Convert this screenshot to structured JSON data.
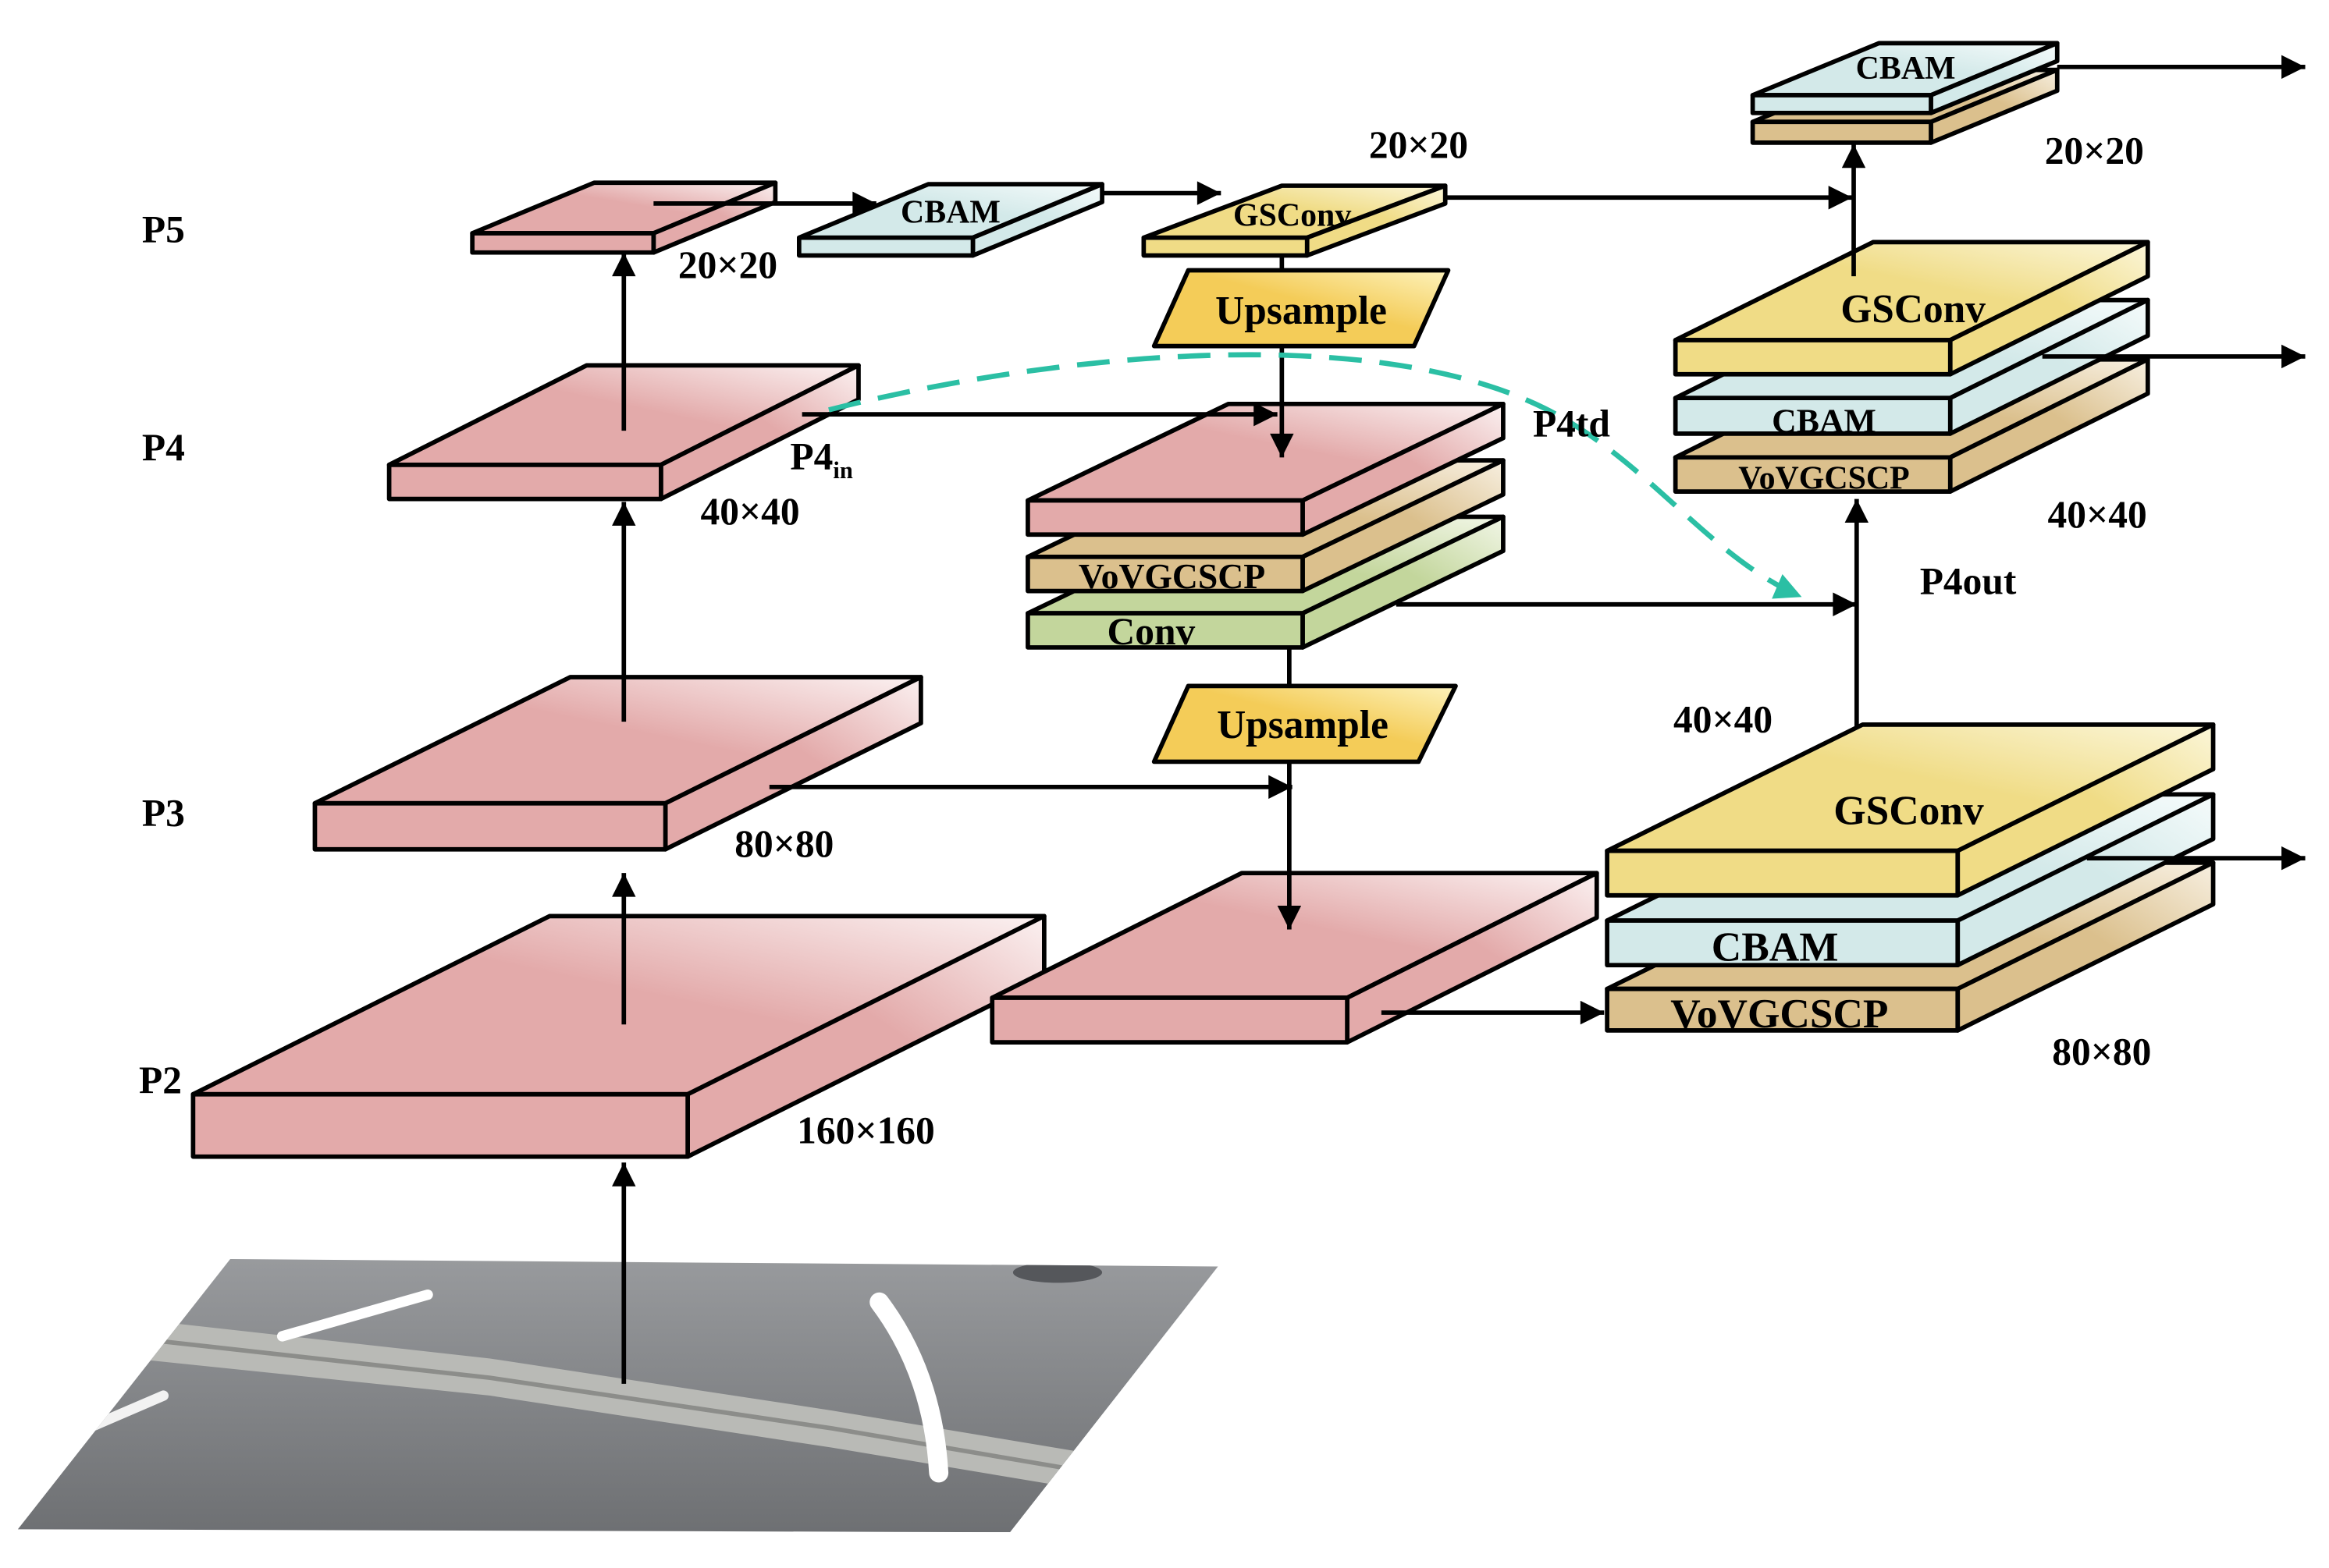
{
  "levels": {
    "p5": "P5",
    "p4": "P4",
    "p3": "P3",
    "p2": "P2"
  },
  "backbone": {
    "p5_size": "20×20",
    "p4_size": "40×40",
    "p3_size": "80×80",
    "p2_size": "160×160",
    "p4_in": "P4",
    "p4_in_sub": "in"
  },
  "top_path": {
    "cbam": "CBAM",
    "gsconv": "GSConv",
    "size": "20×20",
    "upsample": "Upsample"
  },
  "p4td": {
    "label": "P4td",
    "vovgcscp": "VoVGCSCP",
    "conv": "Conv",
    "upsample": "Upsample"
  },
  "p4out": {
    "label": "P4out",
    "size": "40×40"
  },
  "head_20": {
    "cbam": "CBAM",
    "size": "20×20"
  },
  "head_40": {
    "gsconv": "GSConv",
    "cbam": "CBAM",
    "vovgcscp": "VoVGCSCP",
    "size": "40×40"
  },
  "head_80": {
    "gsconv": "GSConv",
    "cbam": "CBAM",
    "vovgcscp": "VoVGCSCP",
    "size": "80×80"
  },
  "input": {
    "image": "road-photo"
  },
  "colors": {
    "pink": {
      "base": "#e3aaaa",
      "light": "#fbf1f1"
    },
    "yellow": {
      "base": "#f0dc86",
      "light": "#fbf6d9"
    },
    "cyan": {
      "base": "#d3e9e9",
      "light": "#f5fbfb"
    },
    "tan": {
      "base": "#dbc08d",
      "light": "#f7efe0"
    },
    "green": {
      "base": "#c3d69c",
      "light": "#f1f6e6"
    },
    "upsample": {
      "base": "#f4cc58",
      "light": "#fdf2bb"
    },
    "skip_connection": "#2bbfa4",
    "stroke": "#000000"
  }
}
